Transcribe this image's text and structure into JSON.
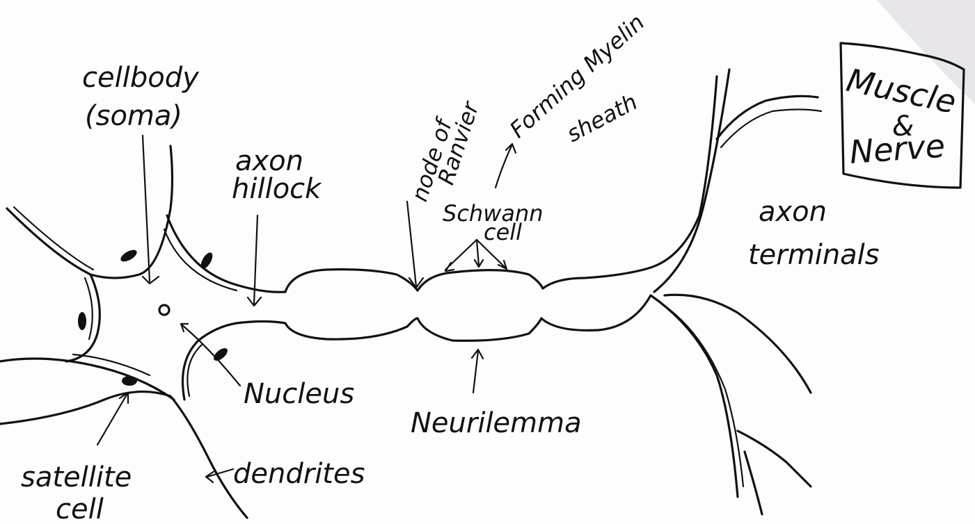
{
  "labels": {
    "cellbody_line1": "cellbody",
    "cellbody_line2": "(soma)",
    "axon_hillock_line1": "axon",
    "axon_hillock_line2": "hillock",
    "node_line1": "node of",
    "node_line2": "Ranvier",
    "myelin_line1": "Forming Myelin",
    "myelin_line2": "sheath",
    "schwann_line1": "Schwann",
    "schwann_line2": "cell",
    "box_line1": "Muscle",
    "box_line2": "&",
    "box_line3": "Nerve",
    "axon_terminals_line1": "axon",
    "axon_terminals_line2": "terminals",
    "nucleus": "Nucleus",
    "neurilemma": "Neurilemma",
    "satellite_line1": "satellite",
    "satellite_line2": "cell",
    "dendrites": "dendrites"
  }
}
